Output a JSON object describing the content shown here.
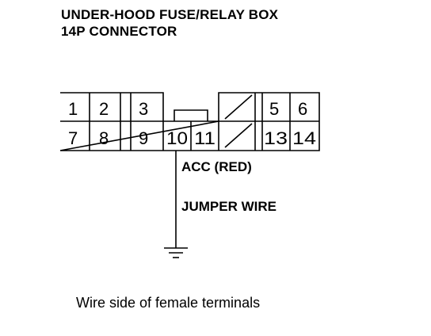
{
  "header": {
    "title": "UNDER-HOOD FUSE/RELAY BOX",
    "subtitle": "14P CONNECTOR"
  },
  "connector": {
    "top_row": [
      "1",
      "2",
      "3",
      "",
      "",
      "",
      "5",
      "6"
    ],
    "bottom_row": [
      "7",
      "8",
      "9",
      "10",
      "11",
      "",
      "13",
      "14"
    ],
    "blank_slots": [
      "4",
      "12"
    ]
  },
  "wiring": {
    "wire_label": "ACC (RED)",
    "jumper_label": "JUMPER WIRE"
  },
  "caption": "Wire side of female terminals"
}
